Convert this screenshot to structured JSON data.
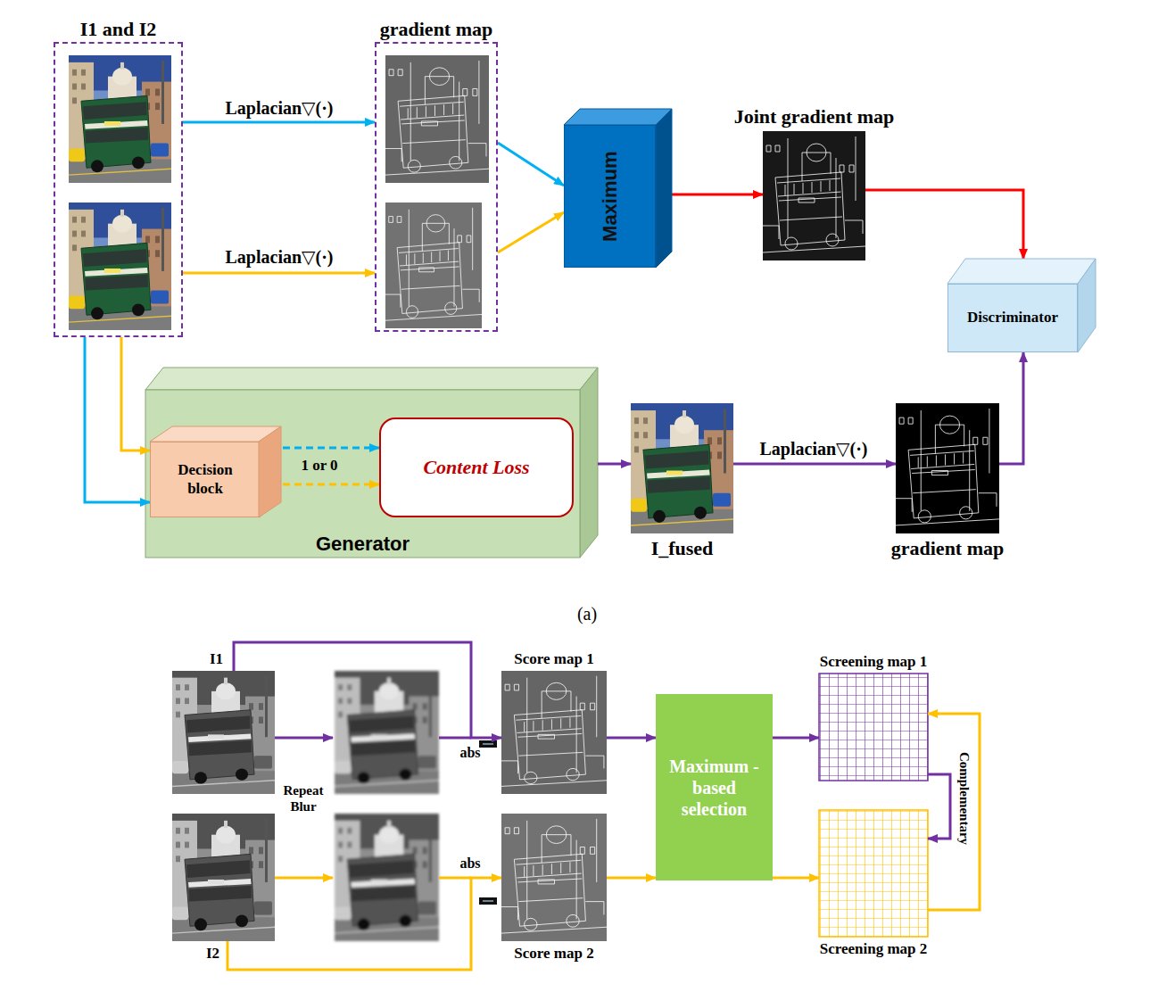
{
  "diagram": {
    "nodes": [
      {
        "text": [
          "I1 and I2"
        ]
      },
      {
        "text": [
          "gradient map"
        ]
      },
      {
        "text": [
          "Maximum"
        ]
      },
      {
        "text": [
          "Joint gradient map"
        ]
      },
      {
        "text": [
          "Discriminator"
        ]
      },
      {
        "text": [
          "Generator"
        ]
      },
      {
        "text": [
          "Decision block"
        ],
        "in": 5
      },
      {
        "text": [
          "Content Loss"
        ],
        "in": 5
      },
      {
        "text": [
          "I_fused"
        ]
      },
      {
        "text": [
          "gradient map"
        ]
      },
      {
        "text": [
          "I1"
        ]
      },
      {
        "text": [
          "Score map 1"
        ]
      },
      {
        "text": [
          "Screening map 1"
        ]
      },
      {
        "text": [
          "Maximum -based selection"
        ]
      },
      {
        "text": [
          "I2"
        ]
      },
      {
        "text": [
          "Score map 2"
        ]
      },
      {
        "text": [
          "Screening map 2"
        ]
      }
    ],
    "edges": [
      {
        "from": 0,
        "to": 1,
        "label": "Laplacian▽(·)",
        "arrow": "to"
      },
      {
        "from": 0,
        "to": 1,
        "label": "Laplacian▽(·)",
        "arrow": "to"
      },
      {
        "from": 1,
        "to": 2,
        "arrow": "to"
      },
      {
        "from": 1,
        "to": 2,
        "arrow": "to"
      },
      {
        "from": 2,
        "to": 3,
        "arrow": "to"
      },
      {
        "from": 3,
        "to": 4,
        "arrow": "to"
      },
      {
        "from": 0,
        "to": 6,
        "arrow": "to"
      },
      {
        "from": 0,
        "to": 6,
        "arrow": "to"
      },
      {
        "from": 6,
        "to": 7,
        "label": "1 or 0",
        "arrow": "to"
      },
      {
        "from": 6,
        "to": 7,
        "arrow": "to"
      },
      {
        "from": 5,
        "to": 8,
        "arrow": "to"
      },
      {
        "from": 8,
        "to": 9,
        "label": "Laplacian▽(·)",
        "arrow": "to"
      },
      {
        "from": 9,
        "to": 4,
        "arrow": "to"
      },
      {
        "from": 10,
        "to": 11,
        "arrow": "to"
      },
      {
        "from": 11,
        "to": 13,
        "arrow": "to"
      },
      {
        "from": 13,
        "to": 12,
        "arrow": "to"
      },
      {
        "from": 14,
        "to": 15,
        "arrow": "to"
      },
      {
        "from": 15,
        "to": 13,
        "arrow": "to"
      },
      {
        "from": 13,
        "to": 16,
        "arrow": "to"
      },
      {
        "from": 12,
        "to": 16,
        "arrow": "to"
      },
      {
        "from": 16,
        "to": 12,
        "arrow": "to"
      }
    ],
    "labels": [
      "(a)",
      "Repeat Blur",
      "abs",
      "abs",
      "Complementary"
    ]
  }
}
